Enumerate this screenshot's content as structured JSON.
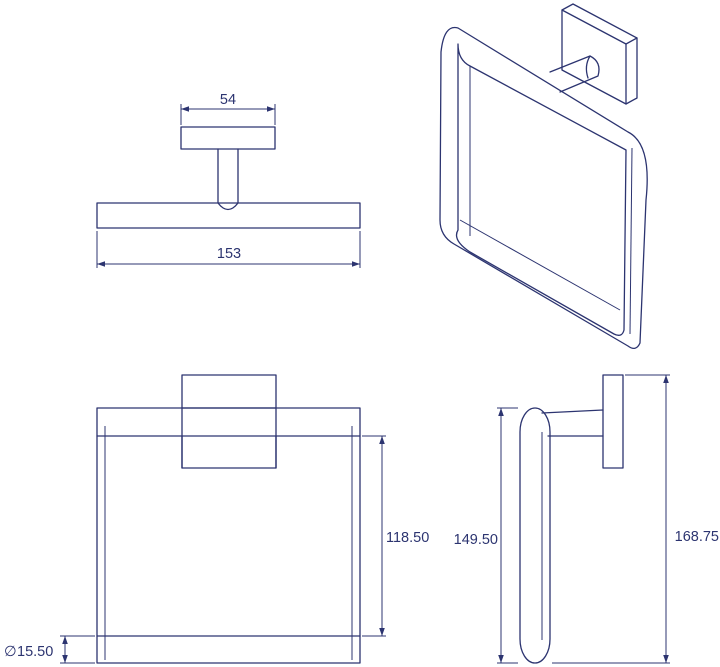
{
  "dimensions": {
    "top_width": "54",
    "total_length": "153",
    "inner_height": "118.50",
    "tube_diameter": "15.50",
    "ring_height": "149.50",
    "overall_height": "168.75"
  },
  "colors": {
    "line": "#2c3470",
    "background": "#ffffff"
  }
}
